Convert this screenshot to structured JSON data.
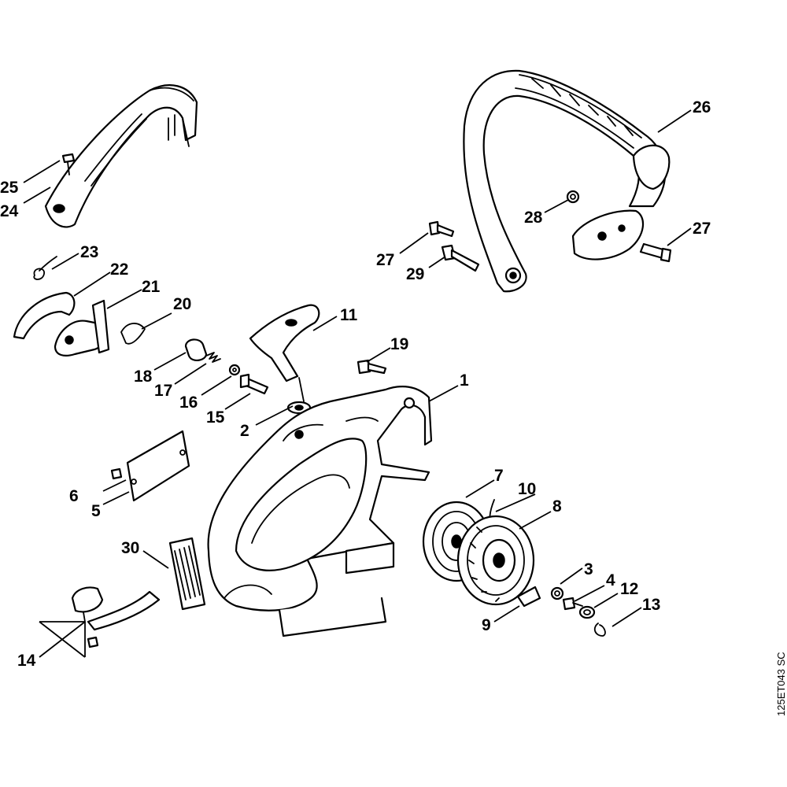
{
  "diagram": {
    "code": "125ET043 SC",
    "callouts": {
      "c1": "1",
      "c2": "2",
      "c3": "3",
      "c4": "4",
      "c5": "5",
      "c6": "6",
      "c7": "7",
      "c8": "8",
      "c9": "9",
      "c10": "10",
      "c11": "11",
      "c12": "12",
      "c13": "13",
      "c14": "14",
      "c15": "15",
      "c16": "16",
      "c17": "17",
      "c18": "18",
      "c19": "19",
      "c20": "20",
      "c21": "21",
      "c22": "22",
      "c23": "23",
      "c24": "24",
      "c25": "25",
      "c26": "26",
      "c27a": "27",
      "c27b": "27",
      "c28": "28",
      "c29": "29",
      "c30": "30"
    }
  }
}
